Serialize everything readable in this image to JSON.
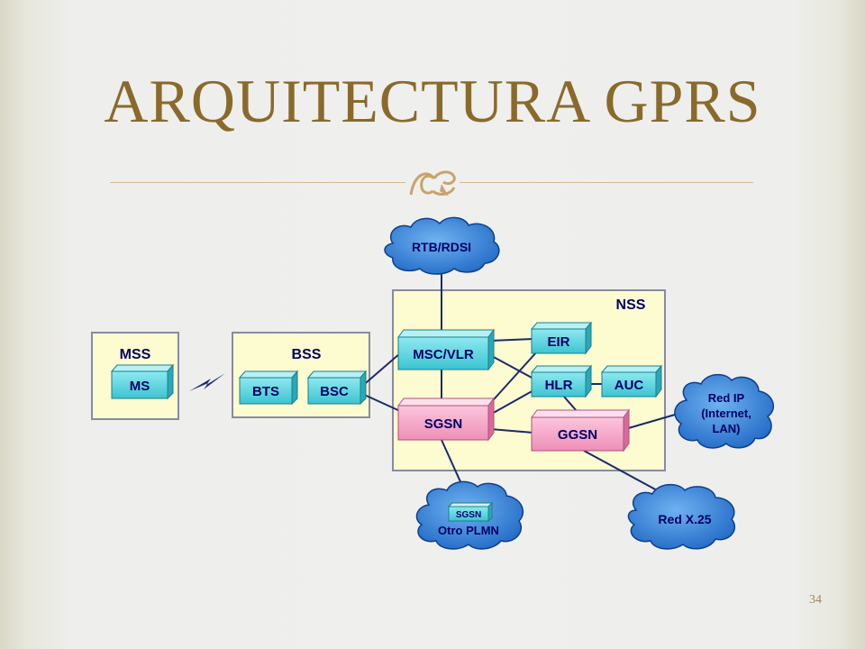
{
  "slide": {
    "title": "ARQUITECTURA GPRS",
    "page_number": "34"
  },
  "diagram": {
    "groups": {
      "mss": "MSS",
      "bss": "BSS",
      "nss": "NSS"
    },
    "nodes": {
      "ms": "MS",
      "bts": "BTS",
      "bsc": "BSC",
      "msc_vlr": "MSC/VLR",
      "sgsn": "SGSN",
      "eir": "EIR",
      "hlr": "HLR",
      "auc": "AUC",
      "ggsn": "GGSN"
    },
    "clouds": {
      "rtb_rdsi": "RTB/RDSI",
      "red_ip_1": "Red IP",
      "red_ip_2": "(Internet,",
      "red_ip_3": "LAN)",
      "red_x25": "Red X.25",
      "otro_plmn_node": "SGSN",
      "otro_plmn": "Otro PLMN"
    }
  },
  "colors": {
    "title": "#8a6a2a",
    "group_fill": "#fdfbd0",
    "cyan_box": "#5cd6e0",
    "pink_box": "#f5a6c8",
    "cloud": "#2e80d8",
    "label": "#000066"
  }
}
